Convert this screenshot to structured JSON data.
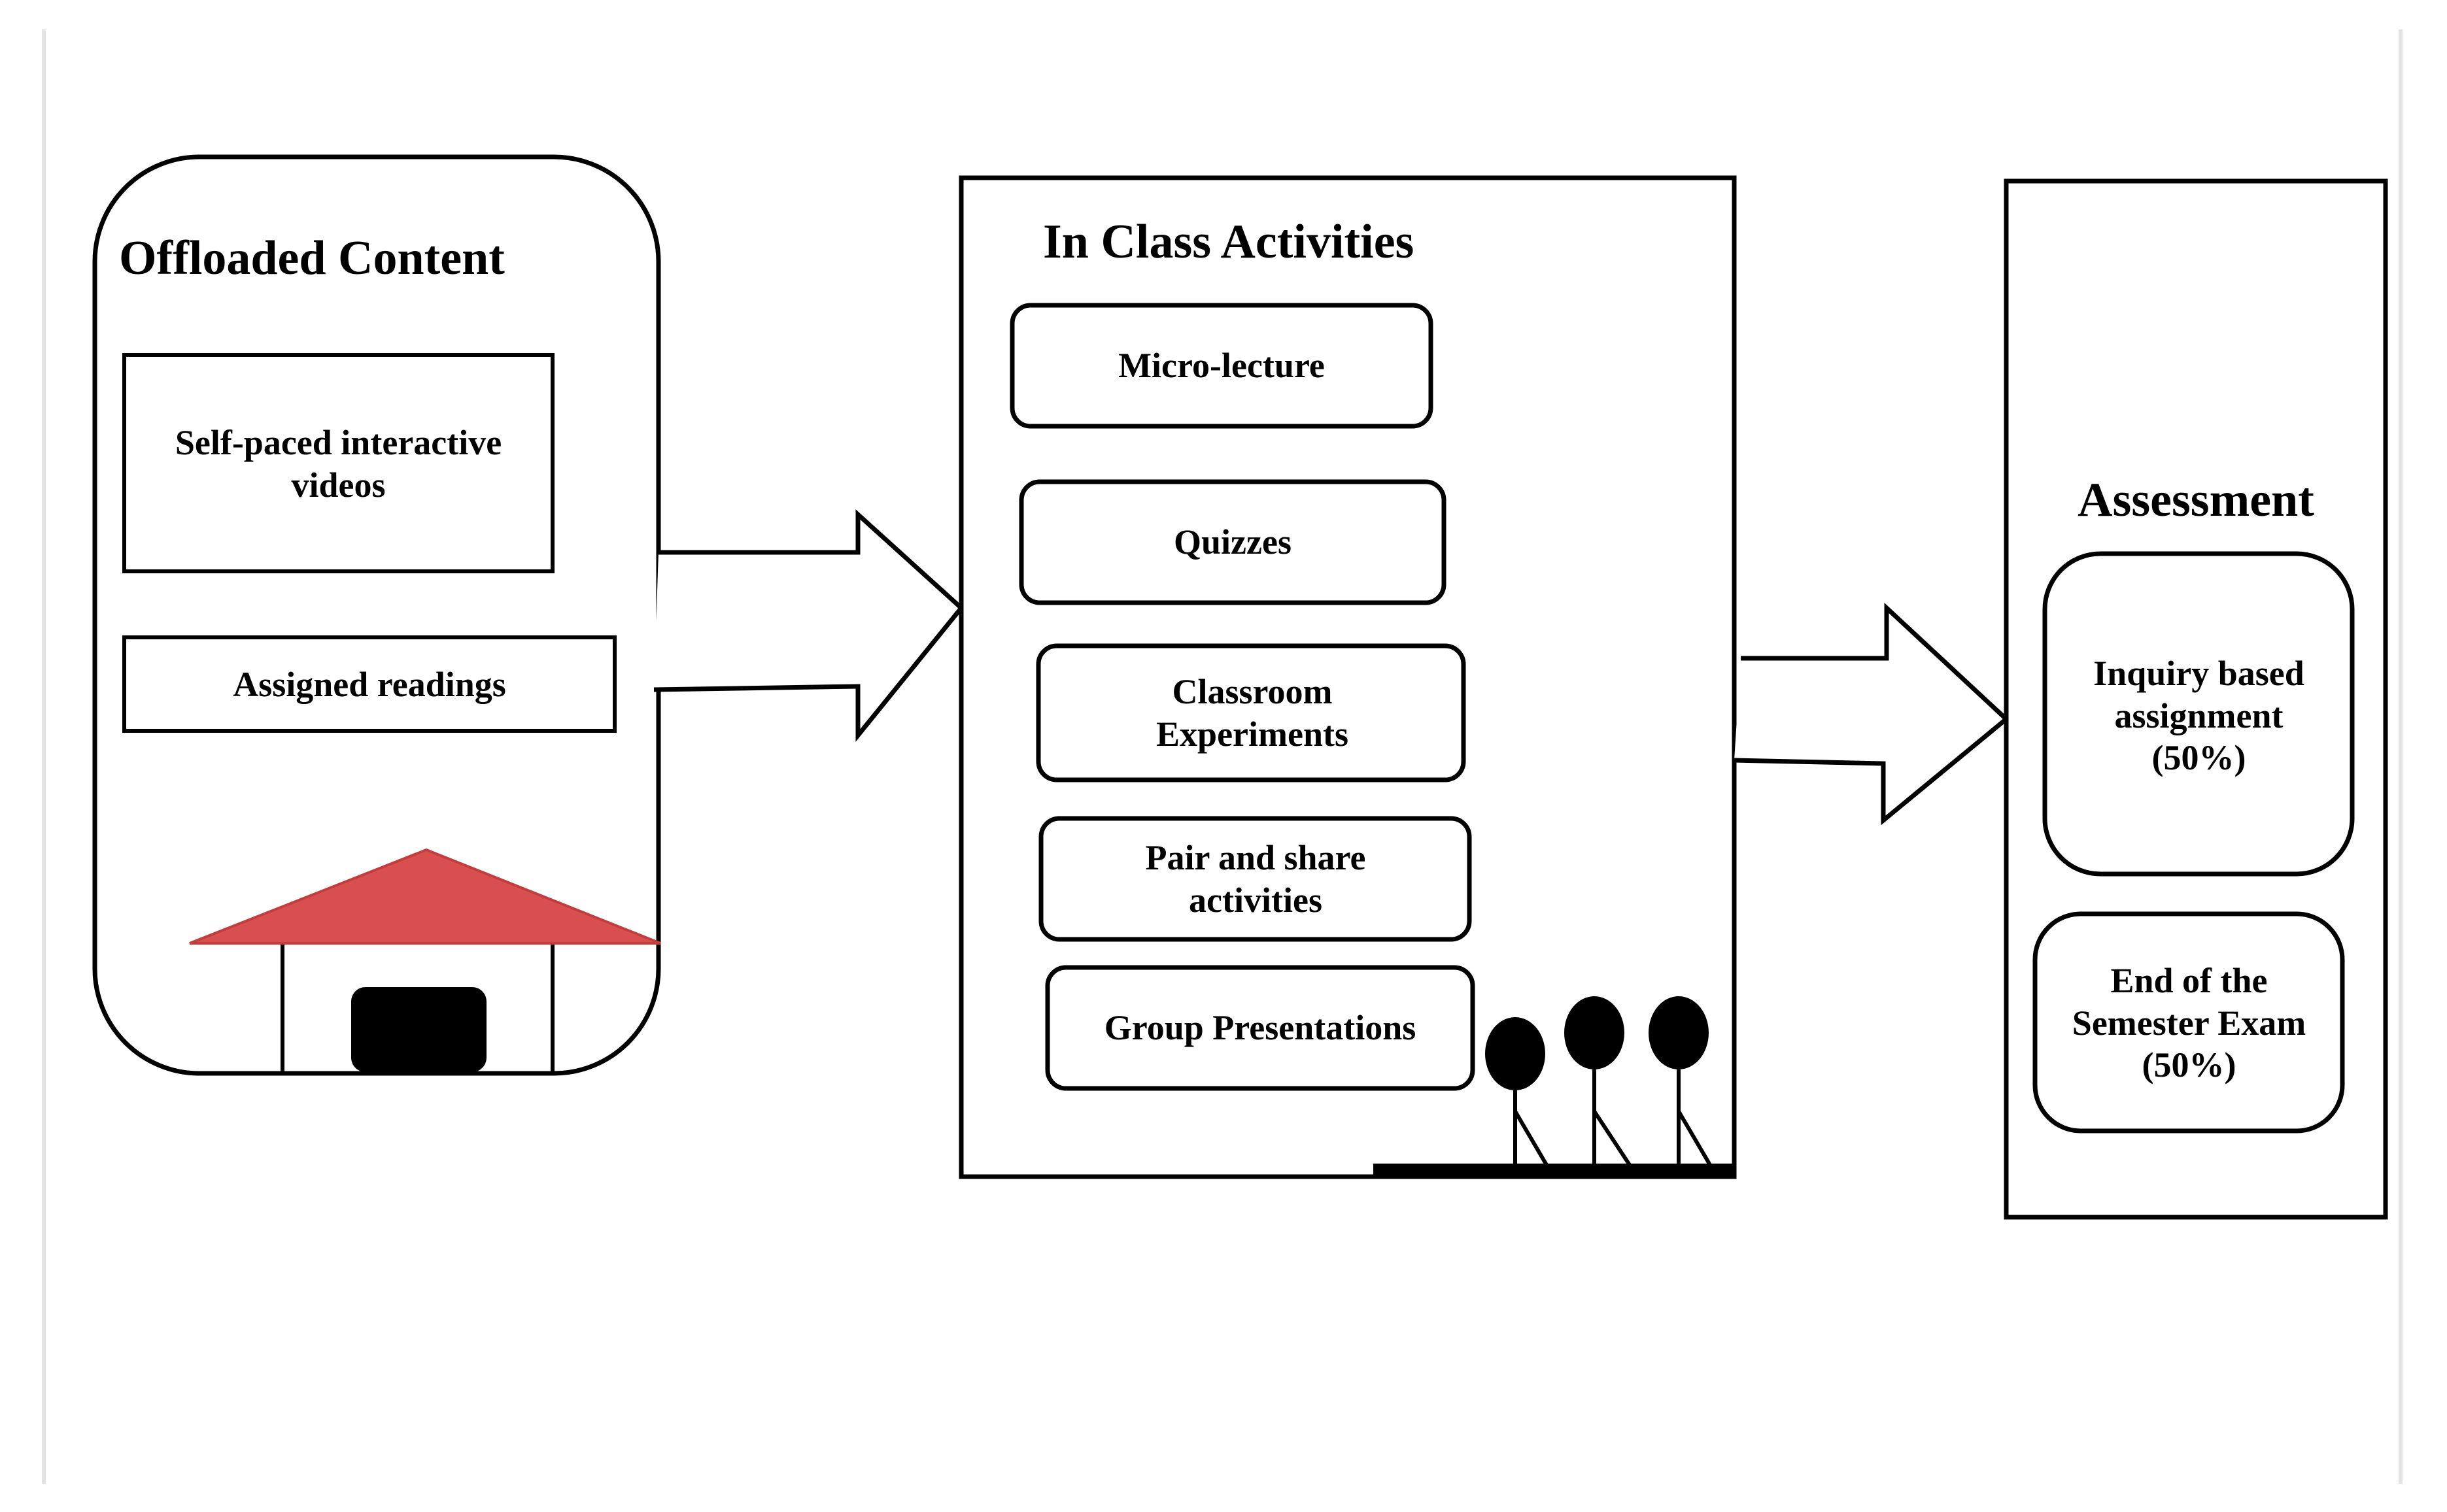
{
  "offloaded": {
    "title": "Offloaded Content",
    "items": [
      "Self-paced interactive videos",
      "Assigned readings"
    ],
    "icon": "house-icon",
    "roof_color": "#d94f4f"
  },
  "in_class": {
    "title": "In Class Activities",
    "items": [
      "Micro-lecture",
      "Quizzes",
      "Classroom Experiments",
      "Pair and share activities",
      "Group Presentations"
    ],
    "icon": "people-icon"
  },
  "assessment": {
    "title": "Assessment",
    "items": [
      "Inquiry based assignment (50%)",
      "End of the Semester Exam (50%)"
    ]
  },
  "arrows": [
    "arrow-right-icon",
    "arrow-right-icon"
  ]
}
